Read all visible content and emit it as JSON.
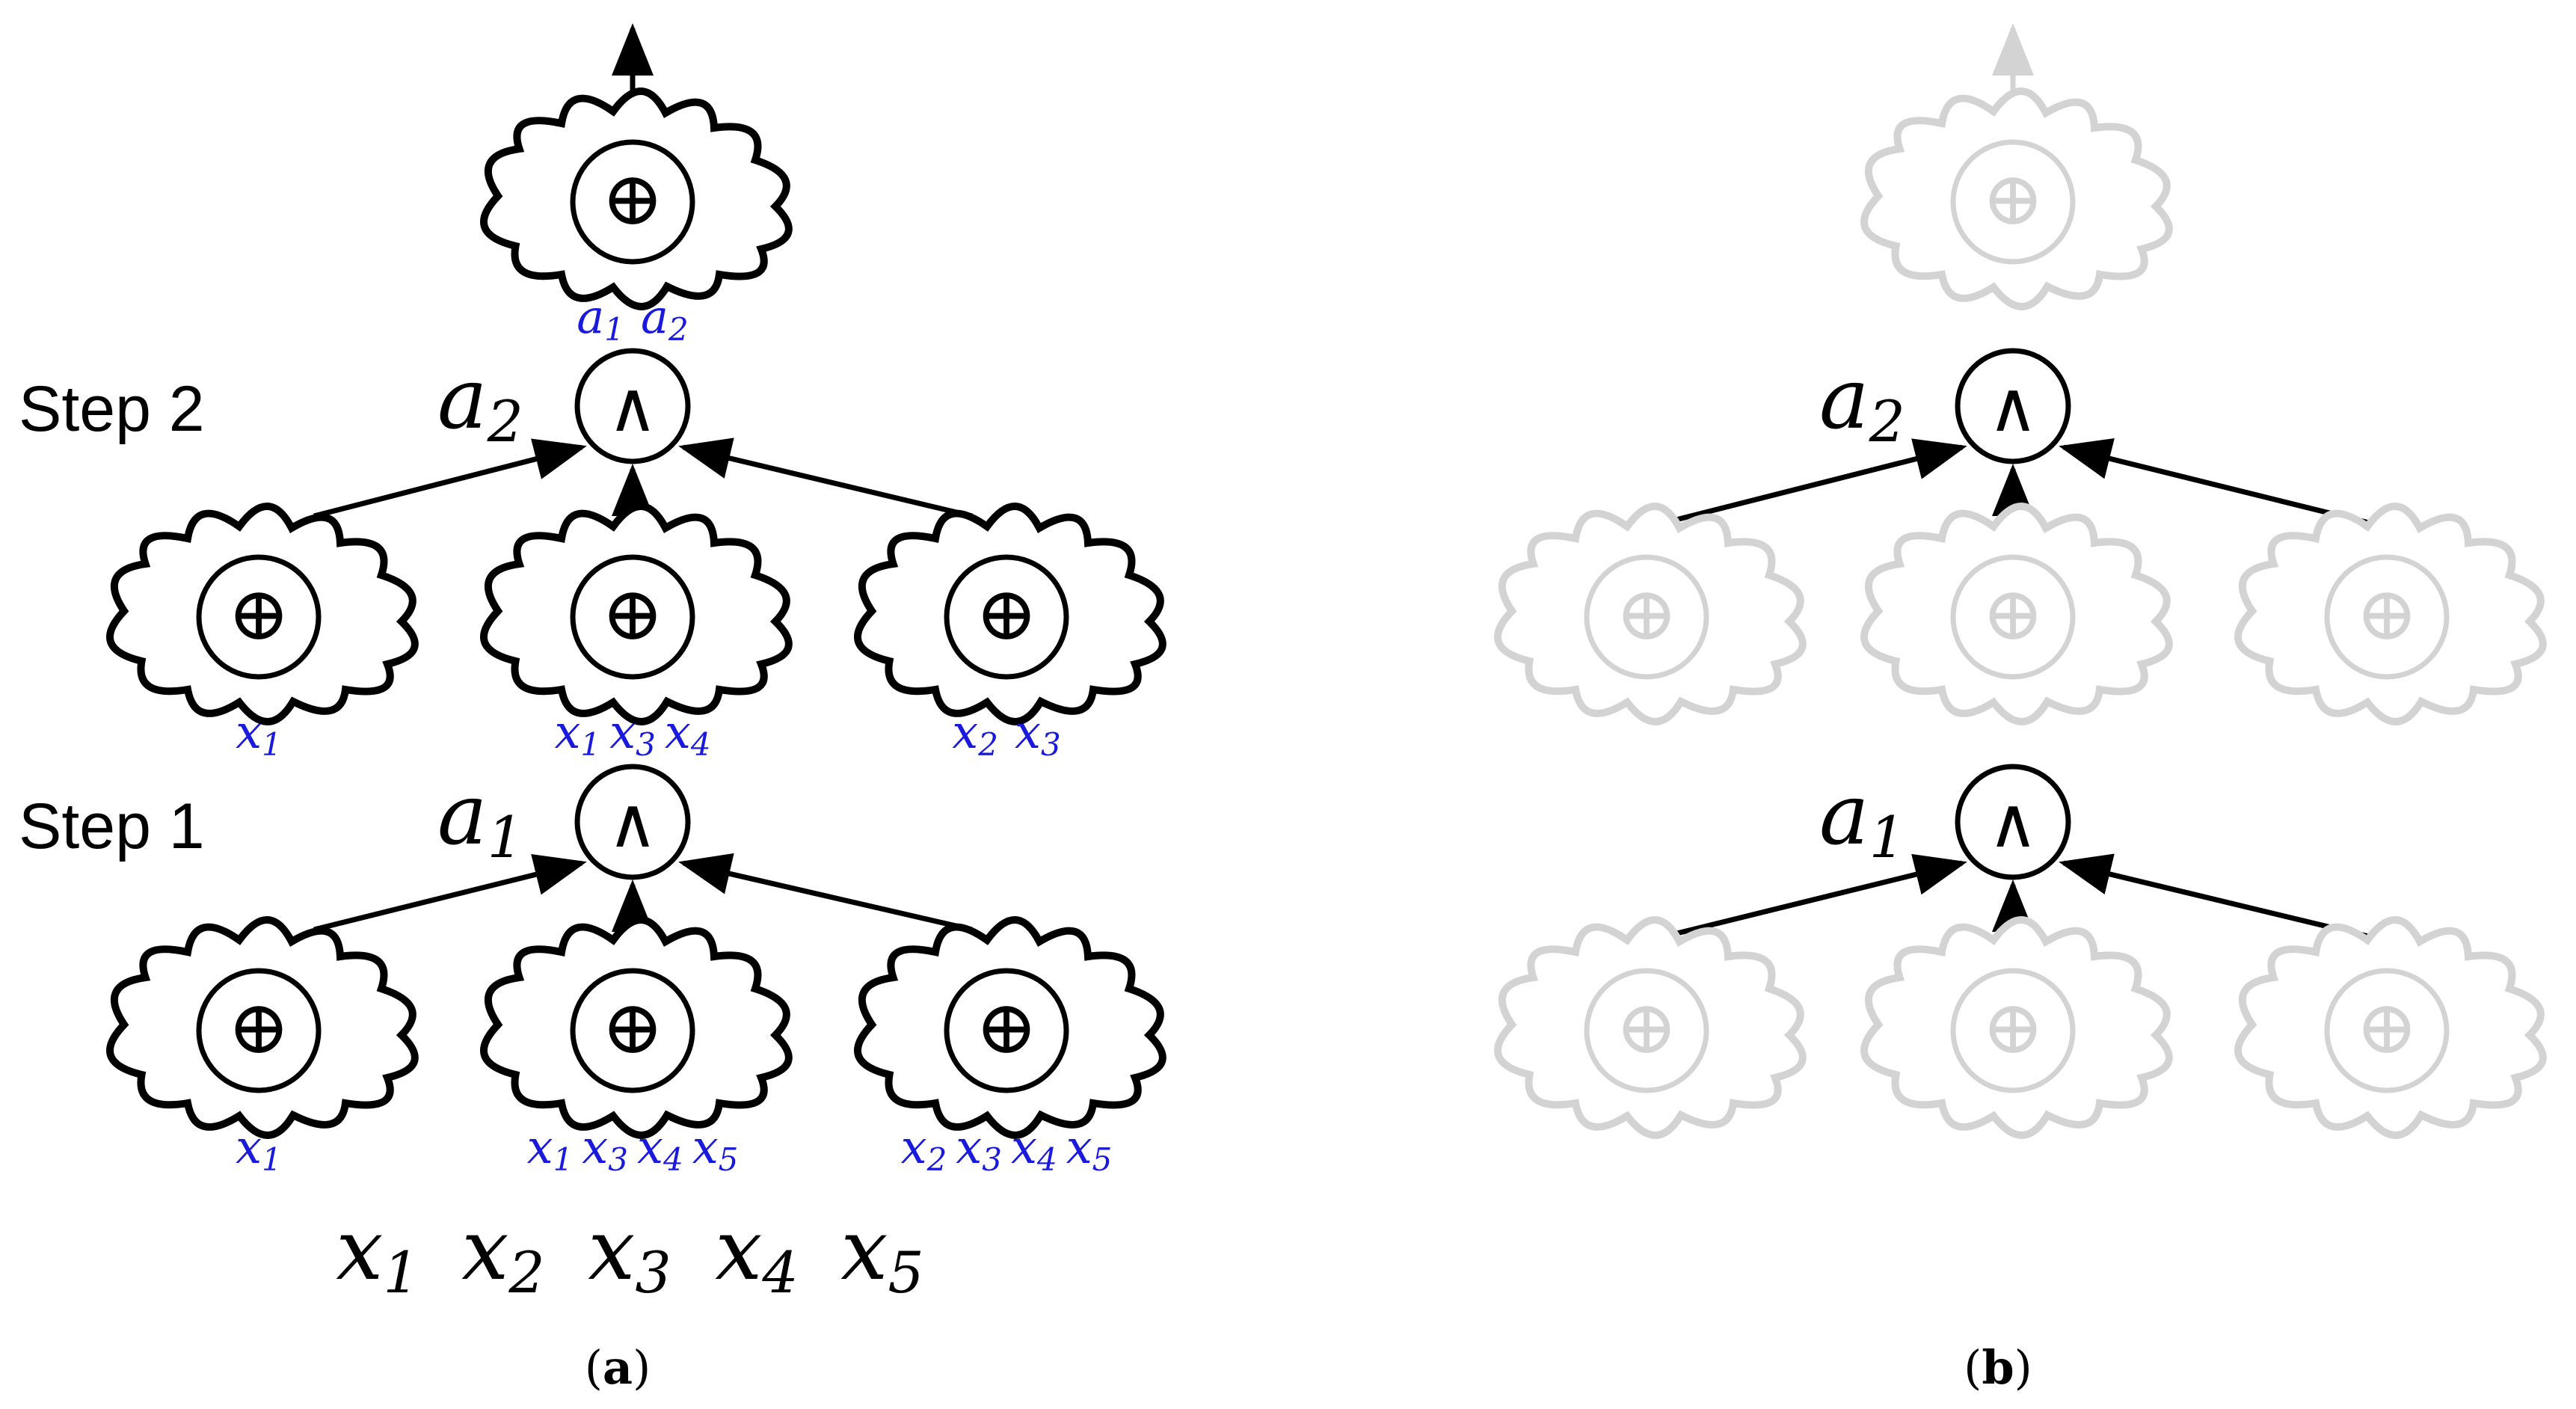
{
  "panel_a": {
    "caption_open": "(",
    "caption_letter": "a",
    "caption_close": ")",
    "step_labels": [
      "Step 2",
      "Step 1"
    ],
    "or_symbol": "⊕",
    "and_symbol": "∧",
    "top_cloud_vars": [
      {
        "base": "a",
        "sub": "1"
      },
      {
        "base": "a",
        "sub": "2"
      }
    ],
    "step2_gate": {
      "base": "a",
      "sub": "2"
    },
    "step1_gate": {
      "base": "a",
      "sub": "1"
    },
    "step2_cloud_vars": [
      [
        {
          "base": "x",
          "sub": "1"
        }
      ],
      [
        {
          "base": "x",
          "sub": "1"
        },
        {
          "base": "x",
          "sub": "3"
        },
        {
          "base": "x",
          "sub": "4"
        }
      ],
      [
        {
          "base": "x",
          "sub": "2"
        },
        {
          "base": "x",
          "sub": "3"
        }
      ]
    ],
    "step1_cloud_vars": [
      [
        {
          "base": "x",
          "sub": "1"
        }
      ],
      [
        {
          "base": "x",
          "sub": "1"
        },
        {
          "base": "x",
          "sub": "3"
        },
        {
          "base": "x",
          "sub": "4"
        },
        {
          "base": "x",
          "sub": "5"
        }
      ],
      [
        {
          "base": "x",
          "sub": "2"
        },
        {
          "base": "x",
          "sub": "3"
        },
        {
          "base": "x",
          "sub": "4"
        },
        {
          "base": "x",
          "sub": "5"
        }
      ]
    ],
    "inputs": [
      {
        "base": "x",
        "sub": "1"
      },
      {
        "base": "x",
        "sub": "2"
      },
      {
        "base": "x",
        "sub": "3"
      },
      {
        "base": "x",
        "sub": "4"
      },
      {
        "base": "x",
        "sub": "5"
      }
    ]
  },
  "panel_b": {
    "caption_open": "(",
    "caption_letter": "b",
    "caption_close": ")",
    "step2_gate": {
      "base": "a",
      "sub": "2"
    },
    "step1_gate": {
      "base": "a",
      "sub": "1"
    }
  },
  "colors": {
    "ink": "#000000",
    "variable_blue": "#1a1adc",
    "faded": "#d3d3d3"
  }
}
